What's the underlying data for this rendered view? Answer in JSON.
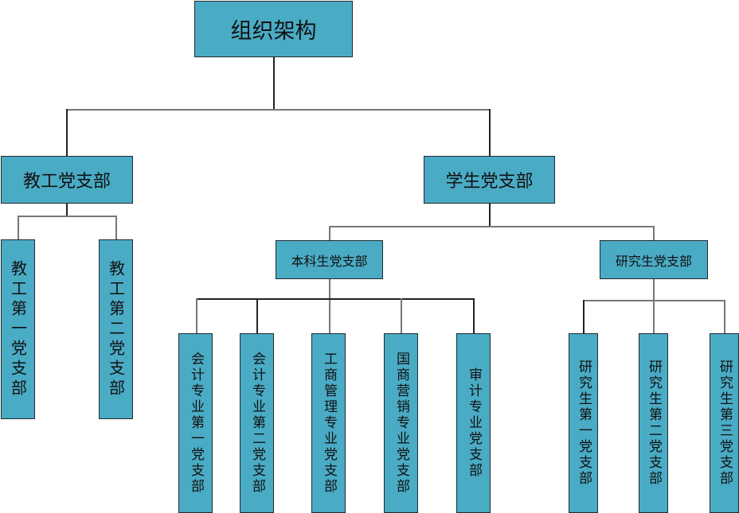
{
  "chart_data": {
    "type": "org-chart",
    "root": {
      "label": "组织架构",
      "children": [
        {
          "label": "教工党支部",
          "children": [
            {
              "label": "教工第一党支部"
            },
            {
              "label": "教工第二党支部"
            }
          ]
        },
        {
          "label": "学生党支部",
          "children": [
            {
              "label": "本科生党支部",
              "children": [
                {
                  "label": "会计专业第一党支部"
                },
                {
                  "label": "会计专业第二党支部"
                },
                {
                  "label": "工商管理专业党支部"
                },
                {
                  "label": "国商营销专业党支部"
                },
                {
                  "label": "审计专业党支部"
                }
              ]
            },
            {
              "label": "研究生党支部",
              "children": [
                {
                  "label": "研究生第一党支部"
                },
                {
                  "label": "研究生第二党支部"
                },
                {
                  "label": "研究生第三党支部"
                }
              ]
            }
          ]
        }
      ]
    }
  },
  "colors": {
    "box_fill": "#4aabc5",
    "box_border": "#1f2a2e",
    "connector": "#222222"
  }
}
